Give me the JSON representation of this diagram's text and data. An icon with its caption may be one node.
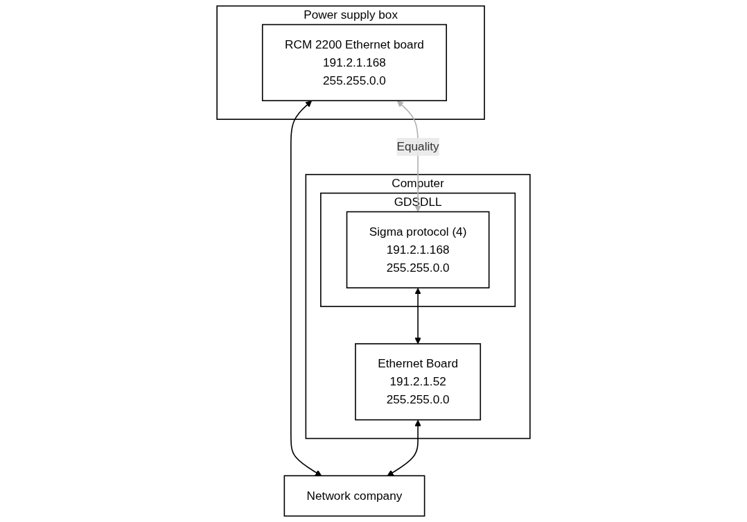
{
  "diagram": {
    "nodes": [
      {
        "text": [
          "Power supply box"
        ]
      },
      {
        "text": [
          "RCM 2200 Ethernet board",
          "191.2.1.168",
          "255.255.0.0"
        ],
        "in": 0
      },
      {
        "text": [
          "Computer"
        ]
      },
      {
        "text": [
          "GDSDLL"
        ],
        "in": 2
      },
      {
        "text": [
          "Sigma protocol (4)",
          "191.2.1.168",
          "255.255.0.0"
        ],
        "in": 3
      },
      {
        "text": [
          "Ethernet Board",
          "191.2.1.52",
          "255.255.0.0"
        ],
        "in": 2
      },
      {
        "text": [
          "Network company"
        ]
      }
    ],
    "edges": [
      {
        "from": 1,
        "to": 4,
        "arrow": "both",
        "label": "Equality",
        "color": "#b0b0b0"
      },
      {
        "from": 4,
        "to": 5,
        "arrow": "both"
      },
      {
        "from": 1,
        "to": 6,
        "arrow": "both"
      },
      {
        "from": 5,
        "to": 6,
        "arrow": "both"
      }
    ]
  }
}
